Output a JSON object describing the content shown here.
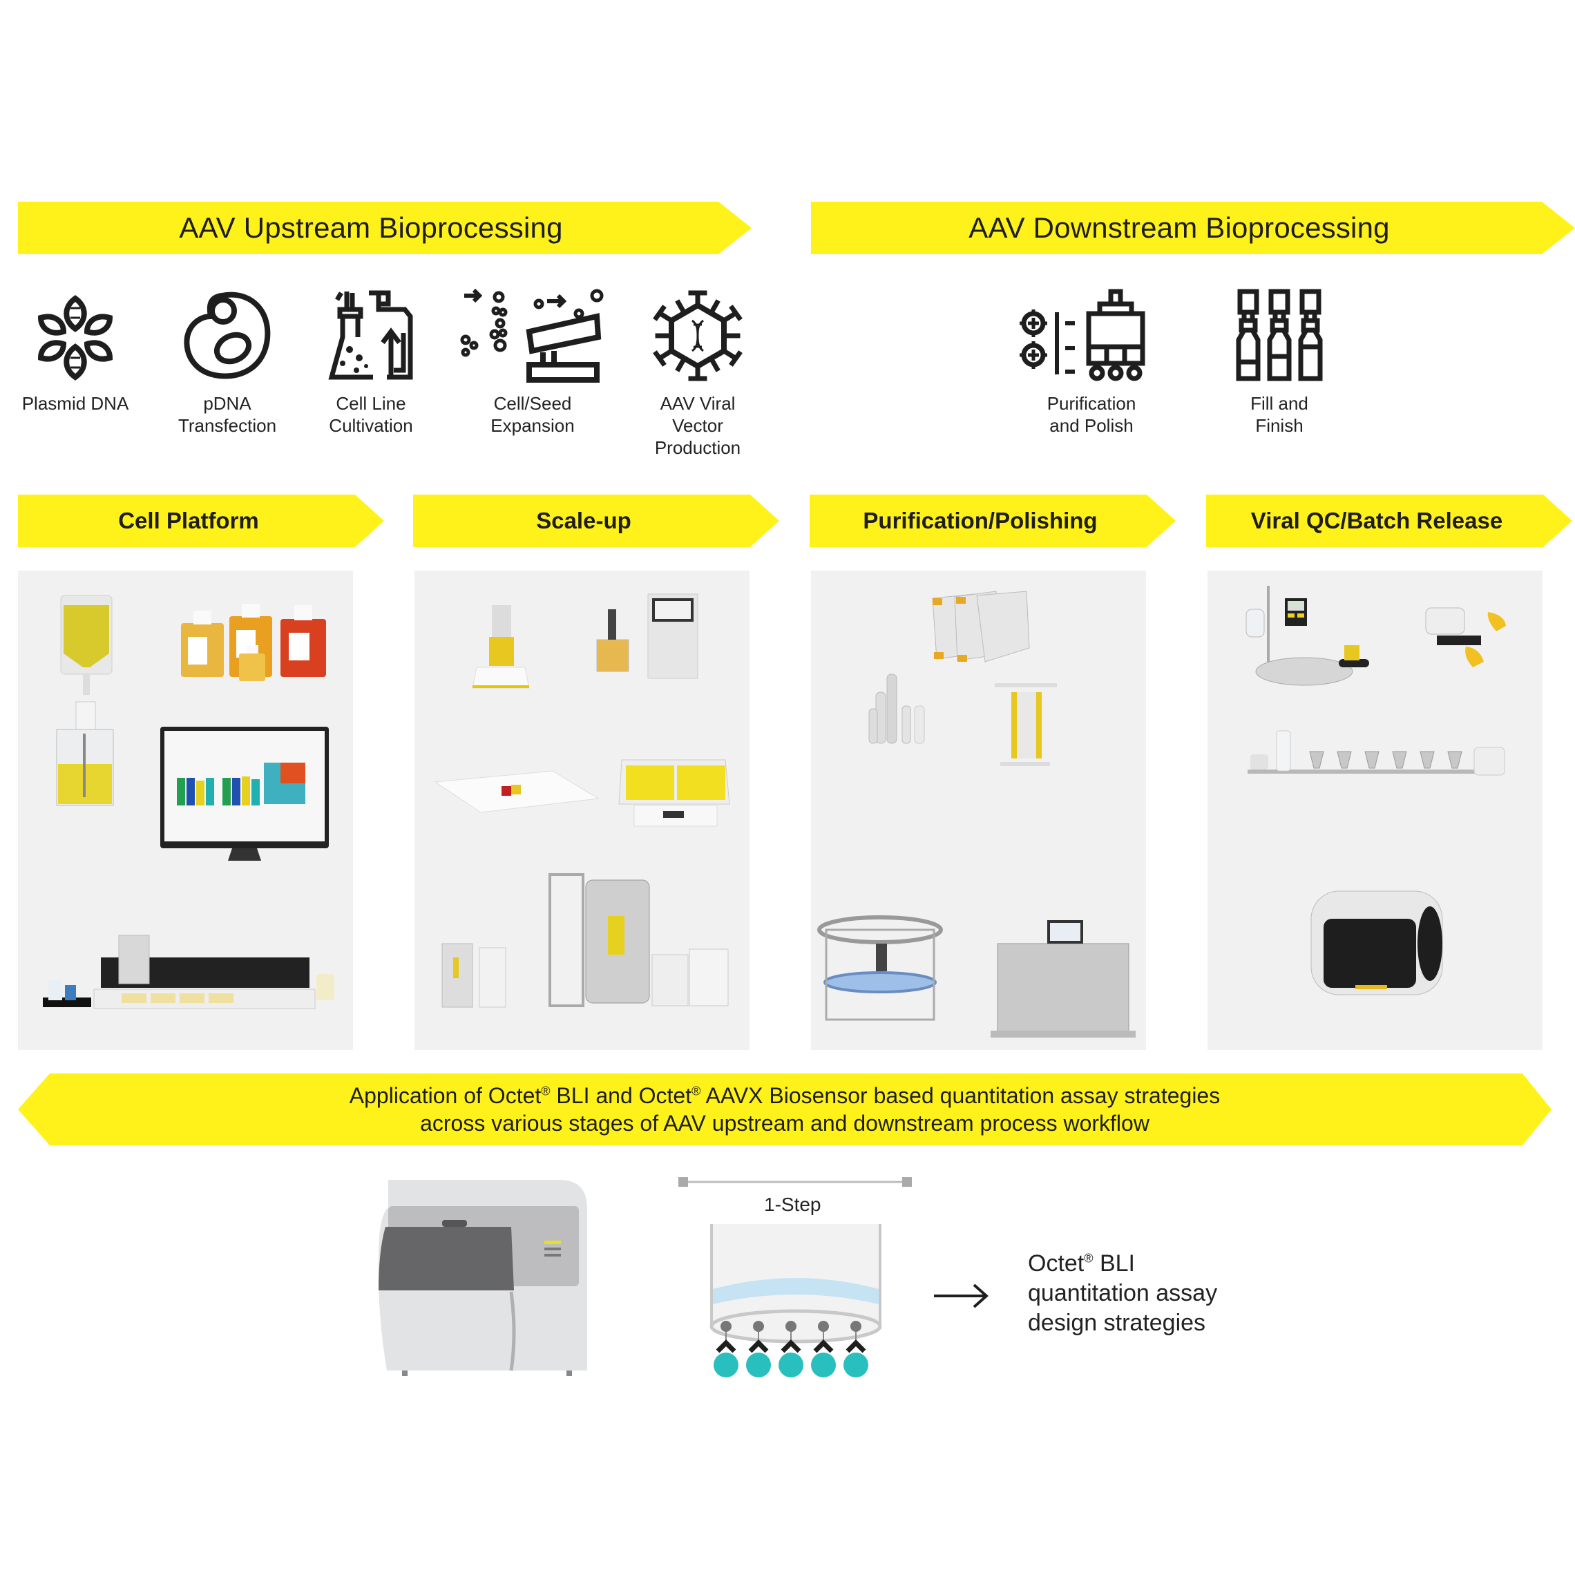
{
  "colors": {
    "banner_yellow": "#fff21a",
    "panel_gray": "#f1f1f1",
    "icon_dark": "#1e1e1e",
    "biosensor_teal": "#2abfbf",
    "liquid_blue": "#c5e3f3"
  },
  "header_banners": {
    "upstream": "AAV Upstream Bioprocessing",
    "downstream": "AAV Downstream Bioprocessing"
  },
  "upstream_steps": [
    {
      "icon": "plasmid-dna-icon",
      "label": "Plasmid DNA"
    },
    {
      "icon": "cell-transfection-icon",
      "label": "pDNA\nTransfection"
    },
    {
      "icon": "flask-cultivation-icon",
      "label": "Cell Line\nCultivation"
    },
    {
      "icon": "cell-expansion-icon",
      "label": "Cell/Seed\nExpansion"
    },
    {
      "icon": "virus-vector-icon",
      "label": "AAV Viral\nVector\nProduction"
    }
  ],
  "downstream_steps": [
    {
      "icon": "purification-column-icon",
      "label": "Purification\nand Polish"
    },
    {
      "icon": "vials-fill-icon",
      "label": "Fill and\nFinish"
    }
  ],
  "stage_banners": [
    {
      "label": "Cell Platform"
    },
    {
      "label": "Scale-up"
    },
    {
      "label": "Purification/Polishing"
    },
    {
      "label": "Viral QC/Batch Release"
    }
  ],
  "stage_panels": [
    {
      "name": "cell-platform-products",
      "items": [
        "media bag",
        "media bottles",
        "stirred vessel",
        "analytics software monitor",
        "liquid handling robot"
      ]
    },
    {
      "name": "scale-up-products",
      "items": [
        "benchtop bioreactor",
        "bioreactor with controller",
        "rocking bag",
        "rocking motion platform",
        "single-use bioreactor",
        "large-scale bioreactor"
      ]
    },
    {
      "name": "purification-products",
      "items": [
        "membrane cassettes",
        "filter capsules",
        "membrane chromatography holder",
        "centrifuge system",
        "chromatography skid"
      ]
    },
    {
      "name": "viral-qc-products",
      "items": [
        "integrity tester",
        "filtration pump with funnels",
        "filtration manifold",
        "qPCR instrument"
      ]
    }
  ],
  "application_banner": {
    "line1_a": "Application of  Octet",
    "reg1": "®",
    "line1_b": " BLI and Octet",
    "reg2": "®",
    "line1_c": " AAVX Biosensor based quantitation assay strategies",
    "line2": "across various stages of AAV upstream and downstream process workflow"
  },
  "assay": {
    "step_label": "1-Step",
    "biosensor_count": 5,
    "result_line1_a": "Octet",
    "result_reg": "®",
    "result_line1_b": " BLI",
    "result_line2": "quantitation assay",
    "result_line3": "design strategies"
  }
}
